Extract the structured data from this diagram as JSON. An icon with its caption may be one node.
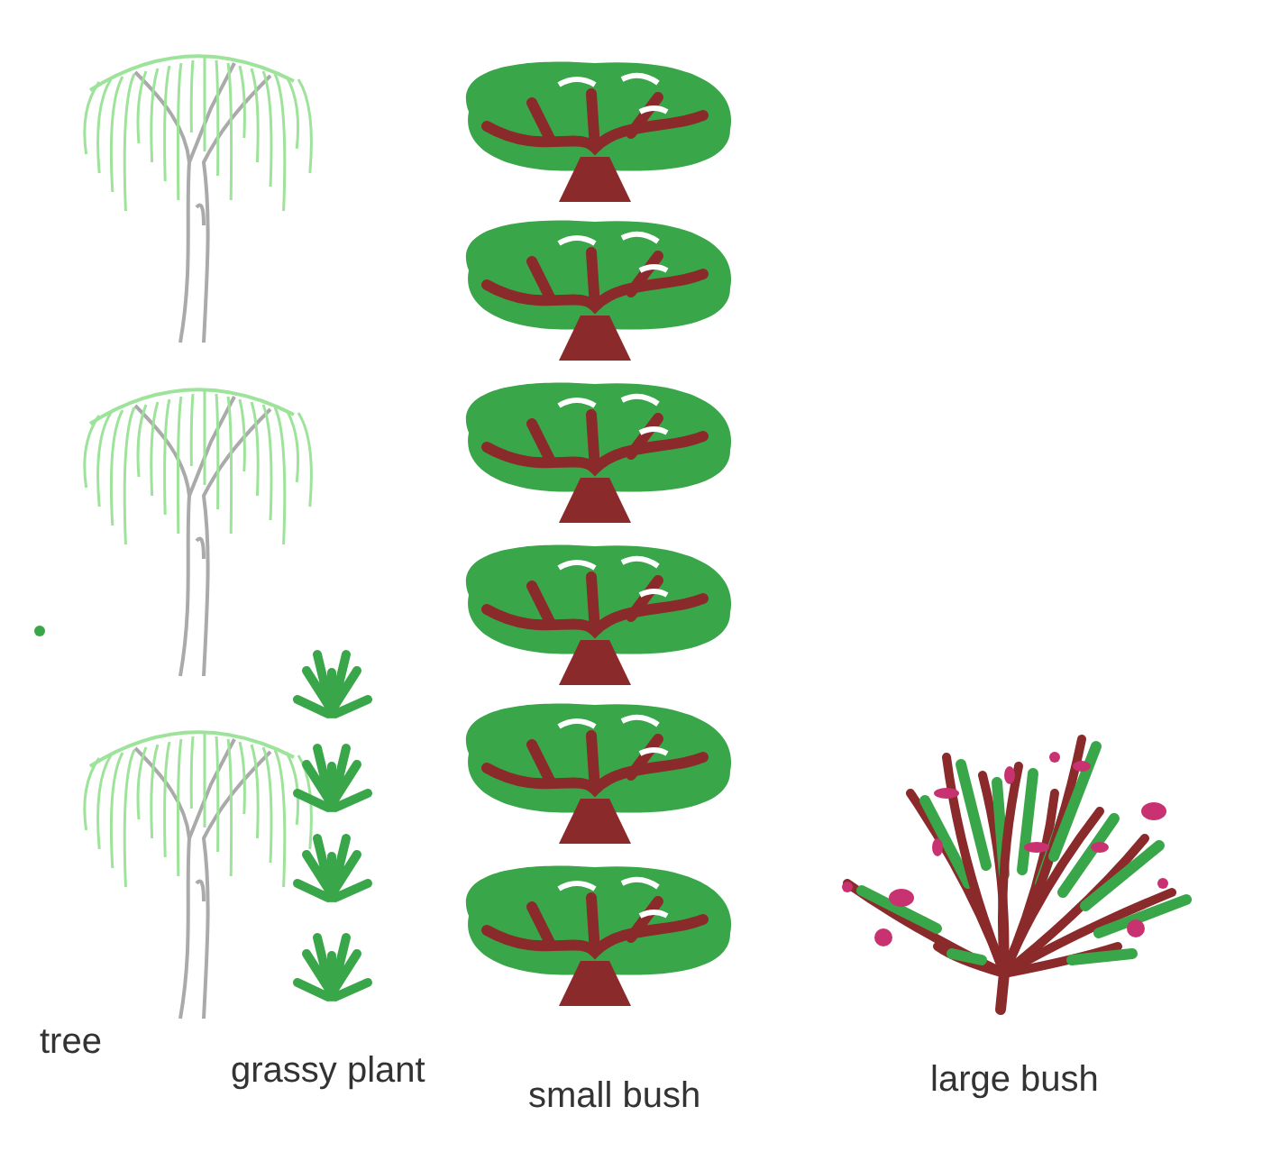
{
  "diagram": {
    "labels": [
      "tree",
      "grassy plant",
      "small bush",
      "large bush"
    ]
  }
}
